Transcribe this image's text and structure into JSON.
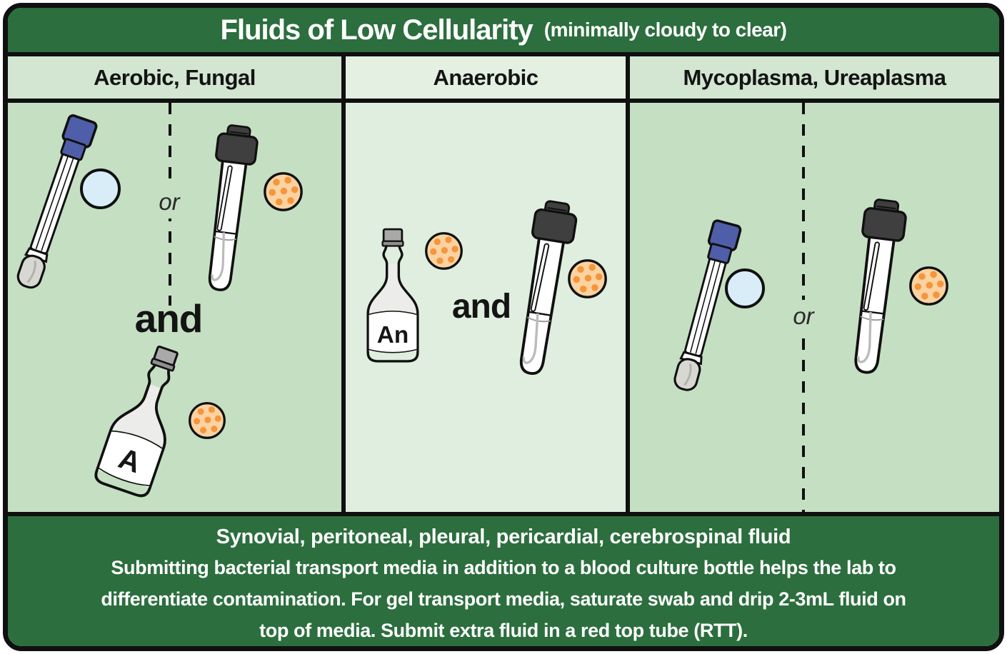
{
  "title": {
    "main": "Fluids of Low Cellularity",
    "subtitle": "(minimally cloudy to clear)"
  },
  "columns": [
    {
      "header": "Aerobic, Fungal",
      "divider_label": "or",
      "join_label": "and",
      "bottle_label": "A",
      "icons": [
        "eswab-icon",
        "clear-fluid-circle-icon",
        "gel-transport-tube-icon",
        "cloudy-fluid-circle-icon",
        "blood-culture-bottle-icon",
        "cloudy-fluid-circle-icon"
      ]
    },
    {
      "header": "Anaerobic",
      "join_label": "and",
      "bottle_label": "An",
      "icons": [
        "blood-culture-bottle-icon",
        "cloudy-fluid-circle-icon",
        "gel-transport-tube-icon",
        "cloudy-fluid-circle-icon"
      ]
    },
    {
      "header": "Mycoplasma, Ureaplasma",
      "divider_label": "or",
      "icons": [
        "eswab-icon",
        "clear-fluid-circle-icon",
        "gel-transport-tube-icon",
        "cloudy-fluid-circle-icon"
      ]
    }
  ],
  "footer": {
    "heading": "Synovial, peritoneal, pleural, pericardial, cerebrospinal fluid",
    "lines": [
      "Submitting bacterial transport media in addition to a blood culture bottle helps the lab to",
      "differentiate contamination. For gel transport media, saturate swab and drip 2-3mL fluid on",
      "top of media. Submit extra fluid in a red top tube (RTT)."
    ]
  },
  "colors": {
    "frame_green": "#2c6e3e",
    "panel_green": "#c5dfc3",
    "panel_green_light": "#dfeede",
    "header_cell_green": "#d2e6d1",
    "header_cell_green_light": "#e3f0e2",
    "border_black": "#101010",
    "clear_fluid_blue": "#d9edf8",
    "cloudy_fluid_orange": "#fbd2a0",
    "cloudy_fluid_dot_orange": "#f5953c",
    "swab_cap_blue": "#4f5ea9",
    "tube_cap_gray": "#3f3f3f",
    "bottle_cap_gray": "#a9a9a9"
  }
}
